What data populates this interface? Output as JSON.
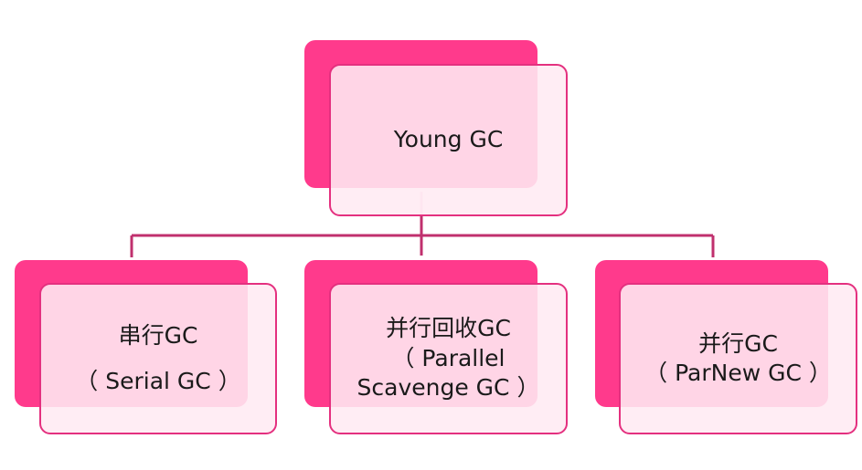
{
  "colors": {
    "accent": "#ff3a8c",
    "border": "#e4307f",
    "fill": "#ffebf3",
    "connector": "#c0306e"
  },
  "root": {
    "label": "Young GC"
  },
  "children": [
    {
      "lines": [
        "串行GC",
        "（ Serial GC ）"
      ]
    },
    {
      "lines": [
        "并行回收GC",
        "（ Parallel",
        "Scavenge GC ）"
      ]
    },
    {
      "lines": [
        "并行GC",
        "（ ParNew GC ）"
      ]
    }
  ]
}
